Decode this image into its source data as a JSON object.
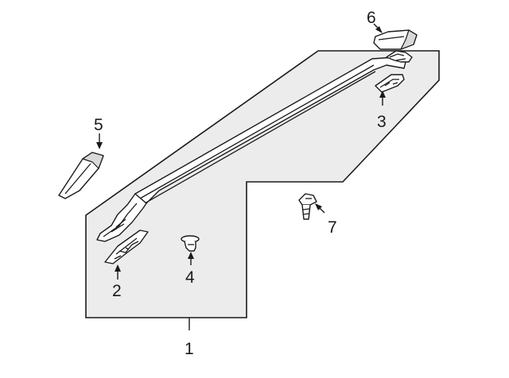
{
  "callouts": {
    "c1": "1",
    "c2": "2",
    "c3": "3",
    "c4": "4",
    "c5": "5",
    "c6": "6",
    "c7": "7"
  },
  "colors": {
    "background": "#ffffff",
    "box_fill": "#ececec",
    "stroke": "#1a1a1a"
  }
}
